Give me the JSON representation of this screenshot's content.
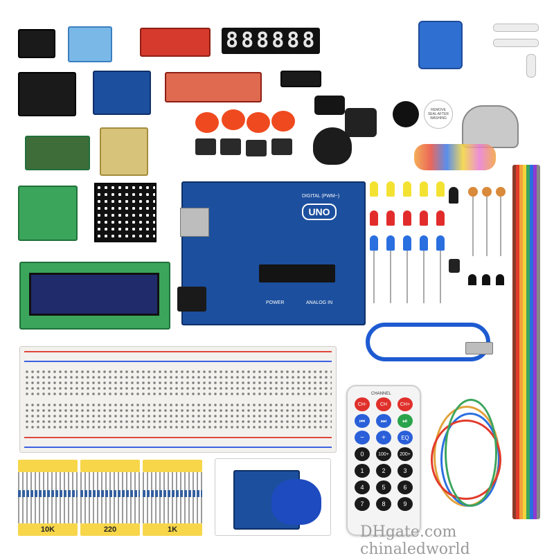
{
  "board": {
    "label": "UNO",
    "digital_label": "DIGITAL (PWM~)",
    "analog_label": "ANALOG IN",
    "power_label": "POWER"
  },
  "display": {
    "digits": [
      "8",
      "8",
      "8",
      "8",
      "8",
      "8"
    ]
  },
  "servo_label": "REMOVE SEAL AFTER WASHING",
  "resistor_strips": [
    {
      "label": "10K"
    },
    {
      "label": "220"
    },
    {
      "label": "1K"
    }
  ],
  "remote": {
    "channel_label": "CHANNEL",
    "rows": [
      [
        "CH-",
        "CH",
        "CH+"
      ],
      [
        "⏮",
        "⏭",
        "⏯"
      ],
      [
        "−",
        "+",
        "EQ"
      ],
      [
        "0",
        "100+",
        "200+"
      ],
      [
        "1",
        "2",
        "3"
      ],
      [
        "4",
        "5",
        "6"
      ],
      [
        "7",
        "8",
        "9"
      ]
    ]
  },
  "watermark": "DHgate.com  chinaledworld",
  "colors": {
    "pcb_blue": "#1c4f9e",
    "breadboard": "#f2f1ee",
    "strip_yellow": "#f7d64a",
    "led_yellow": "#f4e233",
    "led_red": "#e22c2c",
    "led_blue": "#2a6fe0"
  }
}
